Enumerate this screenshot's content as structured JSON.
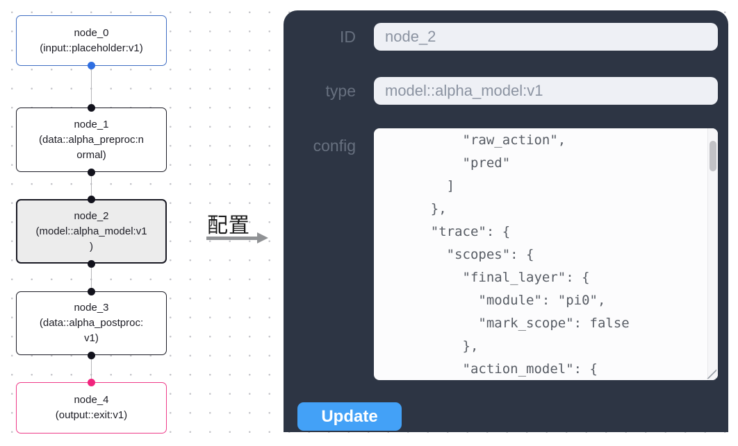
{
  "canvas": {
    "nodes": [
      {
        "id": "node_0",
        "lines": [
          "node_0",
          "(input::placeholder:v1)",
          ""
        ],
        "kind": "input",
        "border_color": "#3d6cc3",
        "fill": "#ffffff",
        "selected": false
      },
      {
        "id": "node_1",
        "lines": [
          "node_1",
          "(data::alpha_preproc:n",
          "ormal)"
        ],
        "kind": "data",
        "border_color": "#191923",
        "fill": "#ffffff",
        "selected": false
      },
      {
        "id": "node_2",
        "lines": [
          "node_2",
          "(model::alpha_model:v1",
          ")"
        ],
        "kind": "model",
        "border_color": "#191923",
        "fill": "#ececec",
        "selected": true
      },
      {
        "id": "node_3",
        "lines": [
          "node_3",
          "(data::alpha_postproc:",
          "v1)"
        ],
        "kind": "data",
        "border_color": "#191923",
        "fill": "#ffffff",
        "selected": false
      },
      {
        "id": "node_4",
        "lines": [
          "node_4",
          "(output::exit:v1)",
          ""
        ],
        "kind": "output",
        "border_color": "#ee3a88",
        "fill": "#ffffff",
        "selected": false
      }
    ],
    "handle_colors": {
      "input": "#2e6ee2",
      "default": "#12121c",
      "output": "#f1247d"
    },
    "edge_color": "#b4b4b8"
  },
  "annotation": {
    "label": "配置",
    "arrow_color": "#909295"
  },
  "panel": {
    "fields": [
      {
        "label": "ID",
        "value": "node_2"
      },
      {
        "label": "type",
        "value": "model::alpha_model:v1"
      }
    ],
    "config": {
      "label": "config",
      "lines": [
        "        \"raw_action\",",
        "        \"pred\"",
        "      ]",
        "    },",
        "    \"trace\": {",
        "      \"scopes\": {",
        "        \"final_layer\": {",
        "          \"module\": \"pi0\",",
        "          \"mark_scope\": false",
        "        },",
        "        \"action_model\": {"
      ]
    },
    "update_button": "Update",
    "colors": {
      "panel_bg": "#2d3544",
      "field_bg": "#eef0f5",
      "label_text": "#67707f",
      "field_text": "#8b93a1",
      "config_text": "#575c64",
      "button_bg": "#43a1f7",
      "button_text": "#ffffff"
    }
  }
}
